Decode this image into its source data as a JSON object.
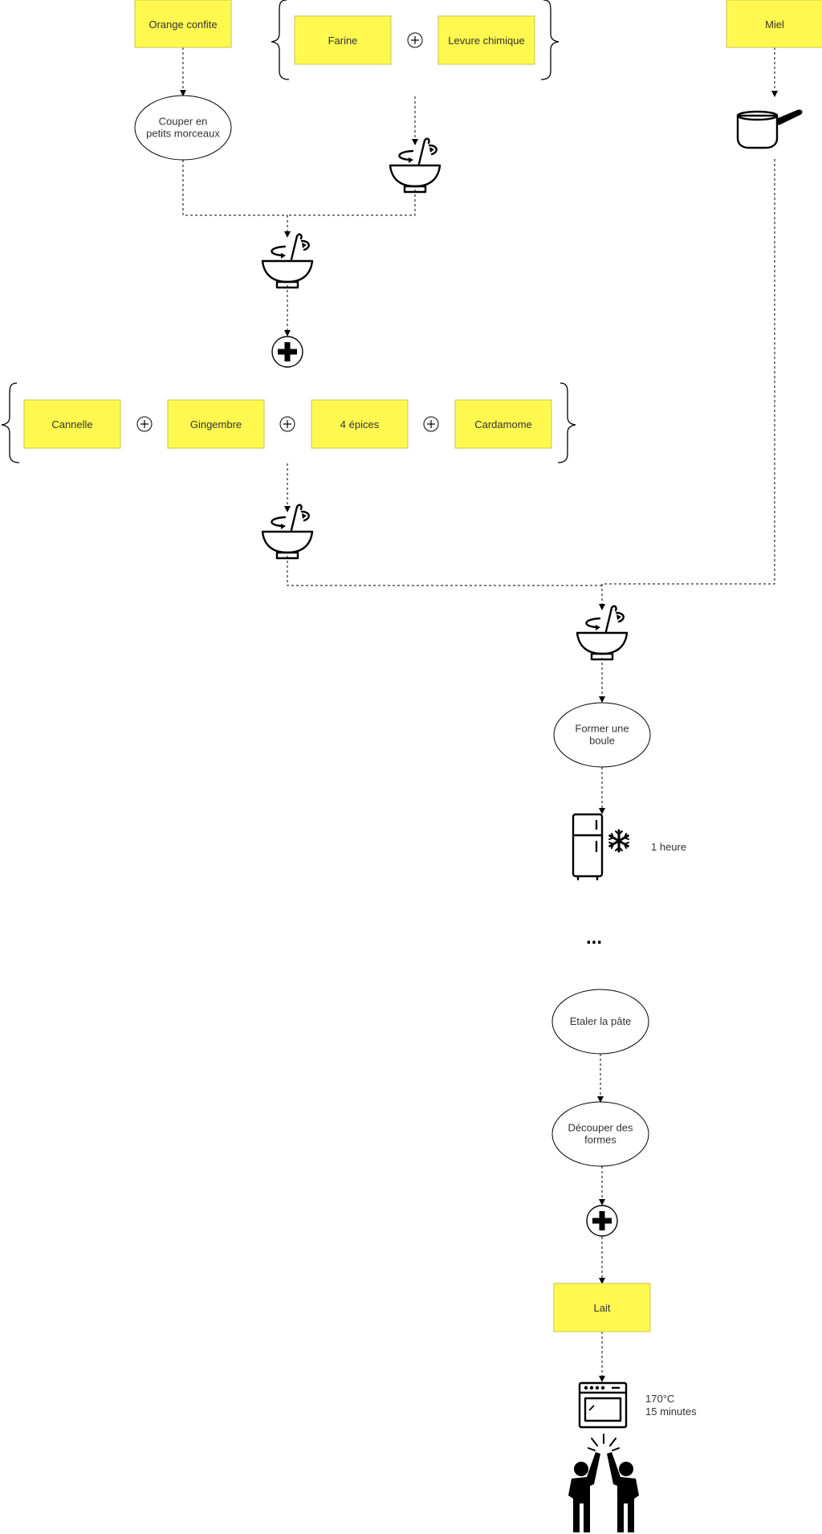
{
  "ingredients": {
    "orange": "Orange confite",
    "farine": "Farine",
    "levure": "Levure chimique",
    "miel": "Miel",
    "cannelle": "Cannelle",
    "gingembre": "Gingembre",
    "quatre_epices": "4 épices",
    "cardamome": "Cardamome",
    "lait": "Lait"
  },
  "steps": {
    "couper": "Couper en petits morceaux",
    "boule": "Former une boule",
    "etaler": "Etaler la pâte",
    "decouper": "Découper des formes"
  },
  "notes": {
    "frigo": "1 heure",
    "ellipsis": "...",
    "four_temp": "170°C",
    "four_duree": "15 minutes"
  },
  "icons": {
    "mix": "mixing-bowl-icon",
    "pan": "saucepan-icon",
    "fridge": "fridge-icon",
    "snow": "snowflake-icon",
    "oven": "oven-icon",
    "plus_small": "plus-circle-icon",
    "plus_big": "plus-circle-bold-icon",
    "celebrate": "high-five-icon"
  },
  "colors": {
    "ingredient_fill": "#fff94f",
    "ingredient_stroke": "#c8c350",
    "line": "#000000",
    "text": "#333333"
  }
}
